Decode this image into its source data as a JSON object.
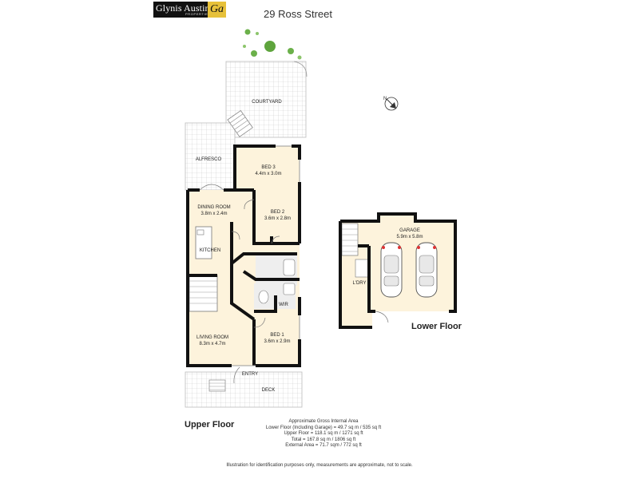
{
  "brand": {
    "name": "Glynis Austin",
    "sub": "PROPERTIES",
    "mark": "Ga"
  },
  "title": "29 Ross Street",
  "rooms": {
    "courtyard": {
      "name": "COURTYARD"
    },
    "alfresco": {
      "name": "ALFRESCO"
    },
    "bed3": {
      "name": "BED 3",
      "dim": "4.4m x 3.0m"
    },
    "dining": {
      "name": "DINING ROOM",
      "dim": "3.8m x 2.4m"
    },
    "bed2": {
      "name": "BED 2",
      "dim": "3.6m x 2.8m"
    },
    "kitchen": {
      "name": "KITCHEN"
    },
    "wir": {
      "name": "WIR"
    },
    "living": {
      "name": "LIVING ROOM",
      "dim": "8.3m x 4.7m"
    },
    "bed1": {
      "name": "BED 1",
      "dim": "3.6m x 2.9m"
    },
    "entry": {
      "name": "ENTRY"
    },
    "deck": {
      "name": "DECK"
    },
    "garage": {
      "name": "GARAGE",
      "dim": "5.9m x 5.8m"
    },
    "ldry": {
      "name": "L'DRY"
    }
  },
  "floors": {
    "upper": "Upper Floor",
    "lower": "Lower Floor"
  },
  "areas": {
    "heading": "Approximate Gross Internal Area",
    "lines": [
      "Lower Floor (Including Garage) = 49.7 sq m / 535 sq ft",
      "Upper Floor = 118.1 sq m / 1271 sq ft",
      "Total = 167.8 sq m / 1806 sq ft",
      "External Area = 71.7 sqm / 772 sq ft"
    ]
  },
  "disclaimer": "Illustration for identification purposes only, measurements are approximate, not to scale.",
  "colors": {
    "room_fill": "#fdf3dc",
    "wall": "#111111",
    "paving": "#c8c8c8",
    "tree": "#6bb04a",
    "garage_fill": "#fdf3dc"
  }
}
